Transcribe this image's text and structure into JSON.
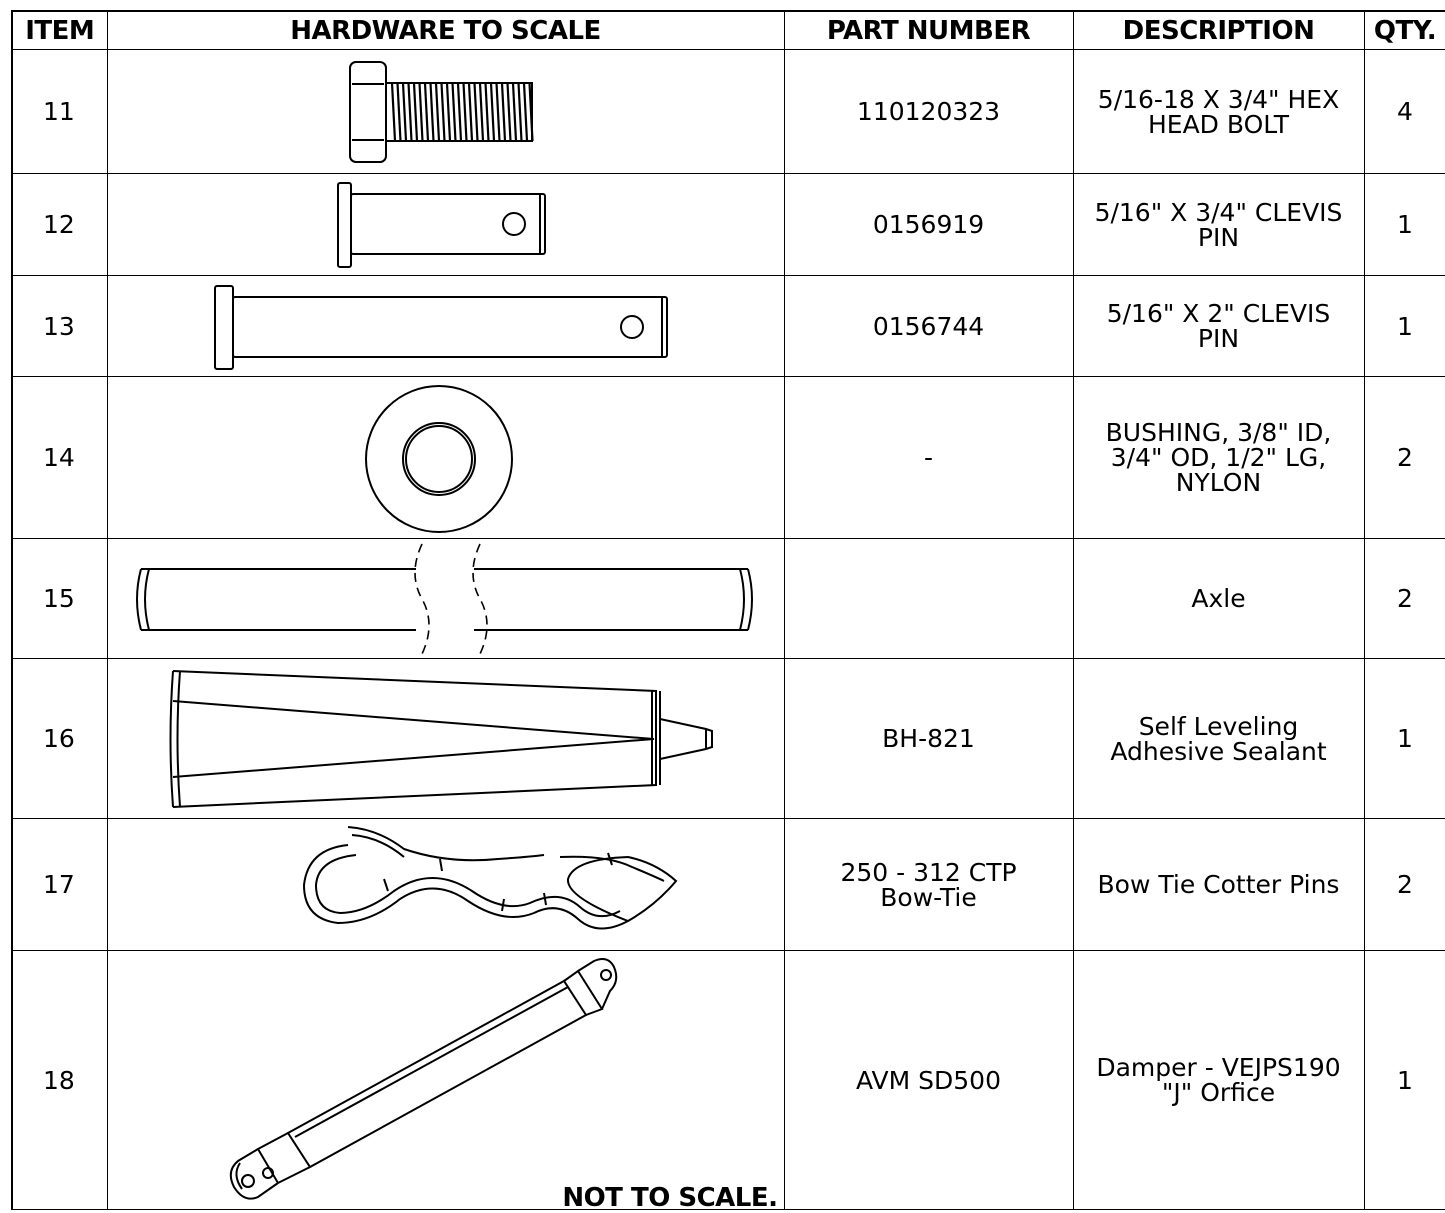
{
  "headers": {
    "item": "ITEM",
    "hardware": "HARDWARE TO SCALE",
    "part_number": "PART NUMBER",
    "description": "DESCRIPTION",
    "qty": "QTY."
  },
  "rows": [
    {
      "item": "11",
      "part_number": "110120323",
      "description": "5/16-18 X 3/4\" HEX\nHEAD BOLT",
      "qty": "4",
      "drawing_icon": "hex-bolt-icon"
    },
    {
      "item": "12",
      "part_number": "0156919",
      "description": "5/16\" X 3/4\" CLEVIS\nPIN",
      "qty": "1",
      "drawing_icon": "short-clevis-pin-icon"
    },
    {
      "item": "13",
      "part_number": "0156744",
      "description": "5/16\" X 2\" CLEVIS\nPIN",
      "qty": "1",
      "drawing_icon": "long-clevis-pin-icon"
    },
    {
      "item": "14",
      "part_number": "-",
      "description": "BUSHING, 3/8\" ID,\n3/4\" OD, 1/2\" LG,\nNYLON",
      "qty": "2",
      "drawing_icon": "bushing-icon"
    },
    {
      "item": "15",
      "part_number": "",
      "description": "Axle",
      "qty": "2",
      "drawing_icon": "axle-icon"
    },
    {
      "item": "16",
      "part_number": "BH-821",
      "description": "Self Leveling\nAdhesive Sealant",
      "qty": "1",
      "drawing_icon": "sealant-tube-icon"
    },
    {
      "item": "17",
      "part_number": "250 - 312 CTP\nBow-Tie",
      "description": "Bow Tie Cotter Pins",
      "qty": "2",
      "drawing_icon": "bow-tie-cotter-pin-icon"
    },
    {
      "item": "18",
      "part_number": "AVM SD500",
      "description": "Damper - VEJPS190\n\"J\" Orfice",
      "qty": "1",
      "drawing_icon": "damper-icon"
    }
  ],
  "note": "NOT TO SCALE."
}
